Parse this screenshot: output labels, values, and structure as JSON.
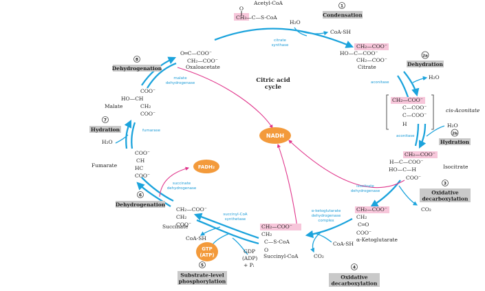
{
  "center_label": [
    "Citric acid",
    "cycle"
  ],
  "nodes": {
    "nadh": "NADH",
    "fadh2": "FADH₂",
    "gtp": "GTP",
    "atp": "(ATP)"
  },
  "metabolites": {
    "acetyl_coa": "Acetyl-CoA",
    "citrate": "Citrate",
    "cis_aconitate": "cis-Aconitate",
    "isocitrate": "Isocitrate",
    "alpha_ketoglutarate": "α-Ketoglutarate",
    "succinyl_coa": "Succinyl-CoA",
    "succinate": "Succinate",
    "fumarate": "Fumarate",
    "malate": "Malate",
    "oxaloacetate": "Oxaloacetate"
  },
  "enzymes": {
    "citrate_synthase": [
      "citrate",
      "synthase"
    ],
    "aconitase_1": "aconitase",
    "aconitase_2": "aconitase",
    "isocitrate_dh": [
      "isocitrate",
      "dehydrogenase"
    ],
    "akg_dh": [
      "α-ketoglutarate",
      "dehydrogenase",
      "complex"
    ],
    "succinyl_coa_synthetase": [
      "succinyl-CoA",
      "synthetase"
    ],
    "succinate_dh": [
      "succinate",
      "dehydrogenase"
    ],
    "fumarase": "fumarase",
    "malate_dh": [
      "malate",
      "dehydrogenase"
    ]
  },
  "side_molecules": {
    "h2o_1": "H₂O",
    "coa_sh_1": "CoA-SH",
    "h2o_2": "H₂O",
    "h2o_3": "H₂O",
    "co2_1": "CO₂",
    "co2_2": "CO₂",
    "coa_sh_2": "CoA-SH",
    "coa_sh_3": "CoA-SH",
    "gdp": [
      "GDP",
      "(ADP)",
      "+ Pᵢ"
    ],
    "h2o_4": "H₂O"
  },
  "steps": [
    {
      "num": "1",
      "label": [
        "Condensation"
      ]
    },
    {
      "num": "2a",
      "label": [
        "Dehydration"
      ]
    },
    {
      "num": "2b",
      "label": [
        "Hydration"
      ]
    },
    {
      "num": "3",
      "label": [
        "Oxidative",
        "decarboxylation"
      ]
    },
    {
      "num": "4",
      "label": [
        "Oxidative",
        "decarboxylation"
      ]
    },
    {
      "num": "5",
      "label": [
        "Substrate-level",
        "phosphorylation"
      ]
    },
    {
      "num": "6",
      "label": [
        "Dehydrogenation"
      ]
    },
    {
      "num": "7",
      "label": [
        "Hydration"
      ]
    },
    {
      "num": "8",
      "label": [
        "Dehydrogenation"
      ]
    }
  ],
  "structures": {
    "acetyl_coa": [
      "O",
      "‖",
      "CH₃—C—S-CoA"
    ],
    "citrate": [
      "CH₂—COO⁻",
      "HO—C—COO⁻",
      "CH₂—COO⁻"
    ],
    "cis_aconitate": [
      "CH₂—COO⁻",
      "C—COO⁻",
      "C—COO⁻",
      "H"
    ],
    "isocitrate": [
      "CH₂—COO⁻",
      "H—C—COO⁻",
      "HO—C—H",
      "COO⁻"
    ],
    "alpha_ketoglutarate": [
      "CH₂—COO⁻",
      "CH₂",
      "C═O",
      "COO⁻"
    ],
    "succinyl_coa": [
      "CH₂—COO⁻",
      "CH₂",
      "C—S-CoA",
      "O"
    ],
    "succinate": [
      "CH₂—COO⁻",
      "CH₂",
      "COO⁻"
    ],
    "fumarate": [
      "COO⁻",
      "CH",
      "HC",
      "COO⁻"
    ],
    "malate": [
      "COO⁻",
      "HO—CH",
      "CH₂",
      "COO⁻"
    ],
    "oxaloacetate": [
      "O═C—COO⁻",
      "CH₂—COO⁻"
    ]
  },
  "colors": {
    "arrow": "#1ba3dc",
    "nadh_arrow": "#e0358b",
    "node": "#f39a3b",
    "highlight": "#f7c6da",
    "step_box": "#c9c9c9",
    "enzyme_text": "#1a9ad6"
  }
}
